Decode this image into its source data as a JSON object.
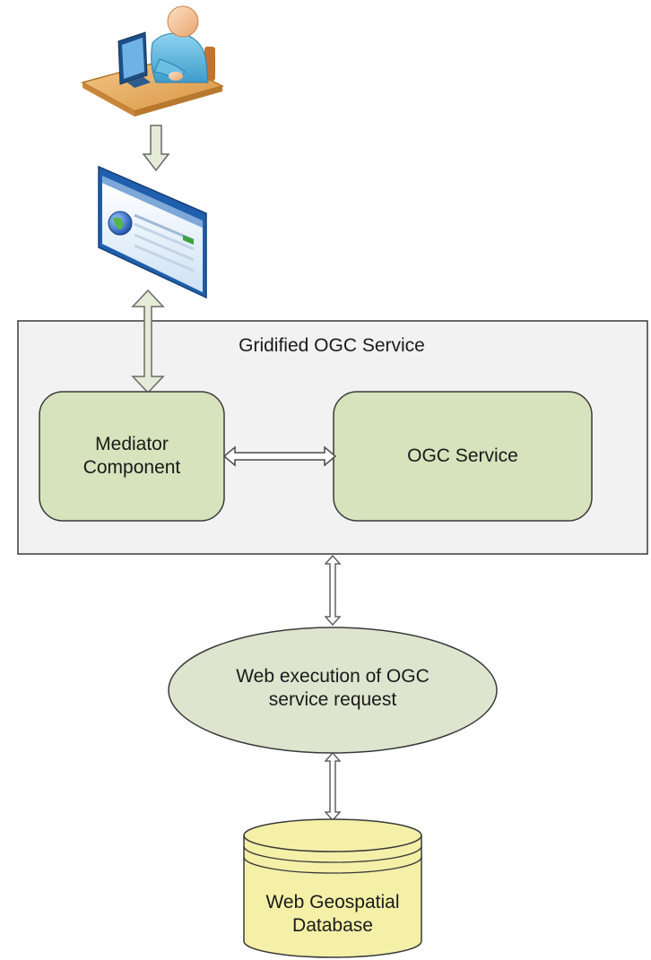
{
  "container": {
    "title": "Gridified OGC Service"
  },
  "mediator": {
    "lines": [
      "Mediator",
      "Component"
    ]
  },
  "ogc_service": {
    "label": "OGC Service"
  },
  "execution": {
    "lines": [
      "Web execution of OGC",
      "service request"
    ]
  },
  "database": {
    "lines": [
      "Web Geospatial",
      "Database"
    ]
  },
  "colors": {
    "box_fill": "#d6e3bc",
    "box_stroke": "#3a3a3a",
    "container_fill": "#f2f2f2",
    "ellipse_fill": "#dde5cf",
    "cylinder_fill": "#f4f0a8",
    "arrow_fill": "#e6ebd8"
  }
}
